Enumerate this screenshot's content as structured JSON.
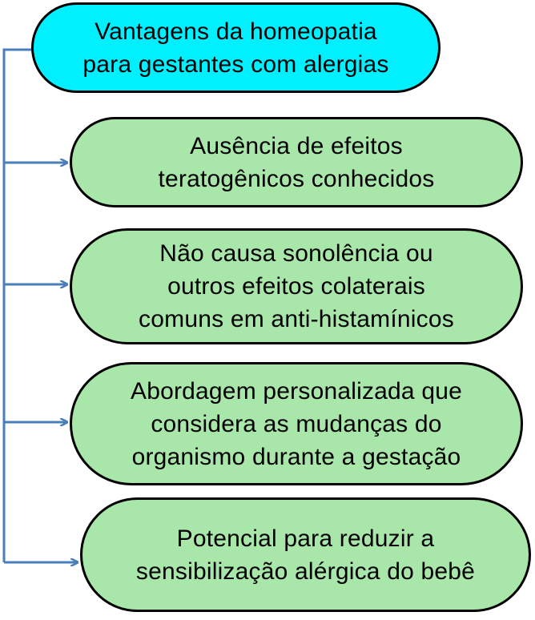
{
  "root": {
    "text": "Vantagens da homeopatia\npara gestantes com alergias"
  },
  "children": [
    {
      "text": "Ausência de efeitos\nteratogênicos conhecidos"
    },
    {
      "text": "Não causa sonolência ou\noutros efeitos colaterais\ncomuns em anti-histamínicos"
    },
    {
      "text": "Abordagem personalizada que\nconsidera as mudanças do\norganismo durante a gestação"
    },
    {
      "text": "Potencial para reduzir a\nsensibilização alérgica do bebê"
    }
  ],
  "colors": {
    "root_fill": "#00f0ff",
    "child_fill": "#a9e6a9",
    "connector": "#4a7ebb"
  }
}
